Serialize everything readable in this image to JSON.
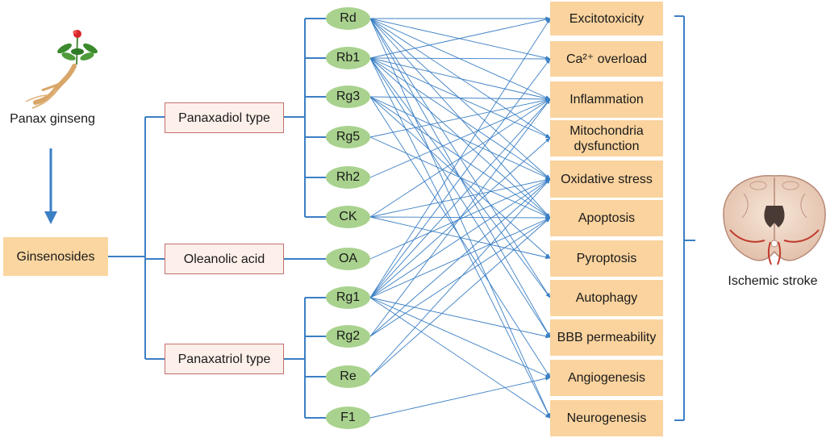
{
  "plant": {
    "label": "Panax ginseng",
    "icon": "ginseng-plant-icon"
  },
  "source": {
    "label": "Ginsenosides"
  },
  "types": [
    {
      "id": "panaxadiol",
      "label": "Panaxadiol type"
    },
    {
      "id": "oleanolic",
      "label": "Oleanolic acid"
    },
    {
      "id": "panaxatriol",
      "label": "Panaxatriol type"
    }
  ],
  "compounds": [
    {
      "id": "Rd",
      "label": "Rd",
      "type": "panaxadiol"
    },
    {
      "id": "Rb1",
      "label": "Rb1",
      "type": "panaxadiol"
    },
    {
      "id": "Rg3",
      "label": "Rg3",
      "type": "panaxadiol"
    },
    {
      "id": "Rg5",
      "label": "Rg5",
      "type": "panaxadiol"
    },
    {
      "id": "Rh2",
      "label": "Rh2",
      "type": "panaxadiol"
    },
    {
      "id": "CK",
      "label": "CK",
      "type": "panaxadiol"
    },
    {
      "id": "OA",
      "label": "OA",
      "type": "oleanolic"
    },
    {
      "id": "Rg1",
      "label": "Rg1",
      "type": "panaxatriol"
    },
    {
      "id": "Rg2",
      "label": "Rg2",
      "type": "panaxatriol"
    },
    {
      "id": "Re",
      "label": "Re",
      "type": "panaxatriol"
    },
    {
      "id": "F1",
      "label": "F1",
      "type": "panaxatriol"
    }
  ],
  "mechanisms": [
    {
      "id": "excitotoxicity",
      "label": "Excitotoxicity"
    },
    {
      "id": "ca",
      "label": "Ca²⁺ overload"
    },
    {
      "id": "inflammation",
      "label": "Inflammation"
    },
    {
      "id": "mito",
      "label": "Mitochondria dysfunction"
    },
    {
      "id": "oxidative",
      "label": "Oxidative stress"
    },
    {
      "id": "apoptosis",
      "label": "Apoptosis"
    },
    {
      "id": "pyroptosis",
      "label": "Pyroptosis"
    },
    {
      "id": "autophagy",
      "label": "Autophagy"
    },
    {
      "id": "bbb",
      "label": "BBB permeability"
    },
    {
      "id": "angiogenesis",
      "label": "Angiogenesis"
    },
    {
      "id": "neurogenesis",
      "label": "Neurogenesis"
    }
  ],
  "links": [
    [
      "Rd",
      "excitotoxicity"
    ],
    [
      "Rd",
      "ca"
    ],
    [
      "Rd",
      "inflammation"
    ],
    [
      "Rd",
      "mito"
    ],
    [
      "Rd",
      "oxidative"
    ],
    [
      "Rd",
      "apoptosis"
    ],
    [
      "Rd",
      "autophagy"
    ],
    [
      "Rd",
      "bbb"
    ],
    [
      "Rd",
      "neurogenesis"
    ],
    [
      "Rb1",
      "excitotoxicity"
    ],
    [
      "Rb1",
      "ca"
    ],
    [
      "Rb1",
      "inflammation"
    ],
    [
      "Rb1",
      "mito"
    ],
    [
      "Rb1",
      "oxidative"
    ],
    [
      "Rb1",
      "apoptosis"
    ],
    [
      "Rb1",
      "autophagy"
    ],
    [
      "Rb1",
      "bbb"
    ],
    [
      "Rb1",
      "neurogenesis"
    ],
    [
      "Rg3",
      "inflammation"
    ],
    [
      "Rg3",
      "oxidative"
    ],
    [
      "Rg3",
      "apoptosis"
    ],
    [
      "Rg3",
      "pyroptosis"
    ],
    [
      "Rg3",
      "angiogenesis"
    ],
    [
      "Rg5",
      "inflammation"
    ],
    [
      "Rg5",
      "apoptosis"
    ],
    [
      "Rh2",
      "inflammation"
    ],
    [
      "CK",
      "inflammation"
    ],
    [
      "CK",
      "oxidative"
    ],
    [
      "CK",
      "apoptosis"
    ],
    [
      "CK",
      "pyroptosis"
    ],
    [
      "OA",
      "oxidative"
    ],
    [
      "Rg1",
      "excitotoxicity"
    ],
    [
      "Rg1",
      "ca"
    ],
    [
      "Rg1",
      "inflammation"
    ],
    [
      "Rg1",
      "mito"
    ],
    [
      "Rg1",
      "oxidative"
    ],
    [
      "Rg1",
      "apoptosis"
    ],
    [
      "Rg1",
      "bbb"
    ],
    [
      "Rg1",
      "angiogenesis"
    ],
    [
      "Rg1",
      "neurogenesis"
    ],
    [
      "Rg2",
      "inflammation"
    ],
    [
      "Rg2",
      "oxidative"
    ],
    [
      "Rg2",
      "apoptosis"
    ],
    [
      "Re",
      "oxidative"
    ],
    [
      "Re",
      "apoptosis"
    ],
    [
      "F1",
      "angiogenesis"
    ]
  ],
  "outcome": {
    "label": "Ischemic stroke",
    "icon": "brain-section-icon"
  },
  "colors": {
    "line": "#3b7fc4",
    "source_fill": "#fbd6a0",
    "type_fill": "#fdf0ea",
    "type_border": "#c46f6f",
    "compound_fill": "#a9d28e",
    "mechanism_fill": "#fad39e",
    "arrow": "#3b7fc4"
  }
}
